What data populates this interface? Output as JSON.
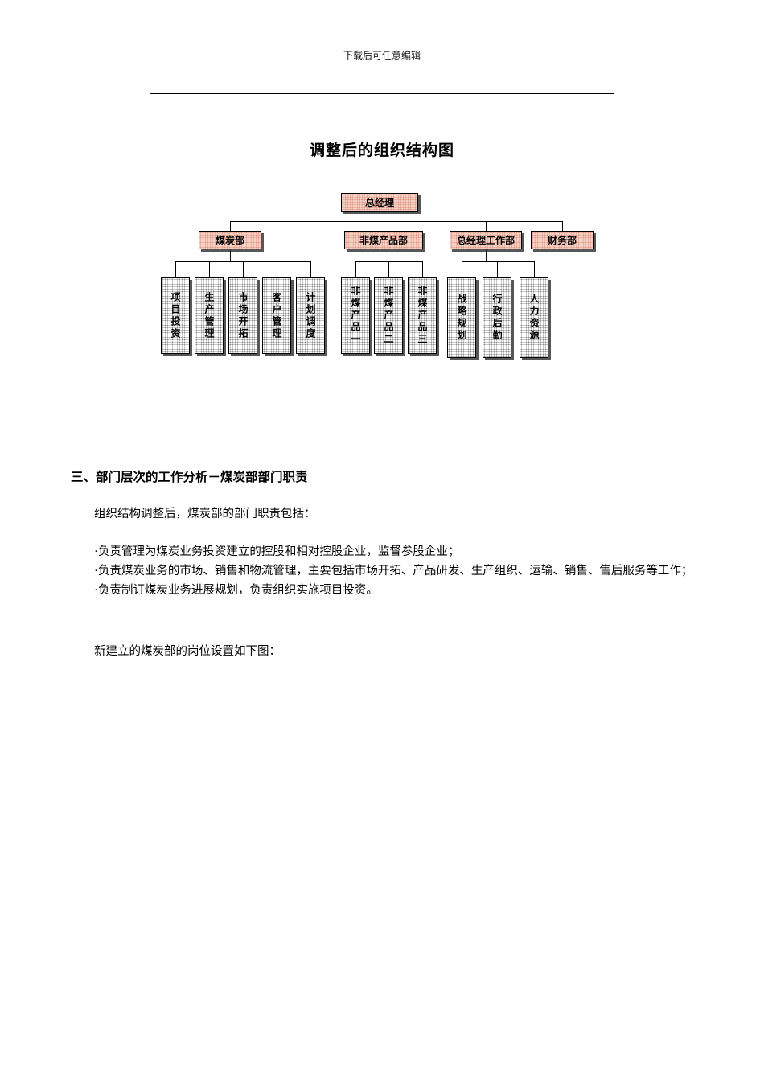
{
  "page_header": {
    "note": "下载后可任意编辑"
  },
  "org_chart": {
    "title": "调整后的组织结构图",
    "root": "总经理",
    "departments": [
      {
        "label": "煤炭部",
        "children": [
          "项目投资",
          "生产管理",
          "市场开拓",
          "客户管理",
          "计划调度"
        ]
      },
      {
        "label": "非煤产品部",
        "children": [
          "非煤产品一",
          "非煤产品二",
          "非煤产品三"
        ]
      },
      {
        "label": "总经理工作部",
        "children": [
          "战略规划",
          "行政后勤",
          "人力资源"
        ]
      },
      {
        "label": "财务部",
        "children": []
      }
    ]
  },
  "section": {
    "heading": "三、部门层次的工作分析－煤炭部部门职责",
    "intro": "组织结构调整后，煤炭部的部门职责包括：",
    "duties": [
      "·负责管理为煤炭业务投资建立的控股和相对控股企业，监督参股企业；",
      "·负责煤炭业务的市场、销售和物流管理，主要包括市场开拓、产品研发、生产组织、运输、销售、售后服务等工作；",
      "·负责制订煤炭业务进展规划，负责组织实施项目投资。"
    ],
    "closing": "新建立的煤炭部的岗位设置如下图："
  },
  "colors": {
    "node_fill": "#f6cfc4",
    "node_dot": "#dd9a86",
    "sub_node_fill": "#fdfdfd",
    "connector": "#000000",
    "shadow": "#2d2d2d"
  }
}
